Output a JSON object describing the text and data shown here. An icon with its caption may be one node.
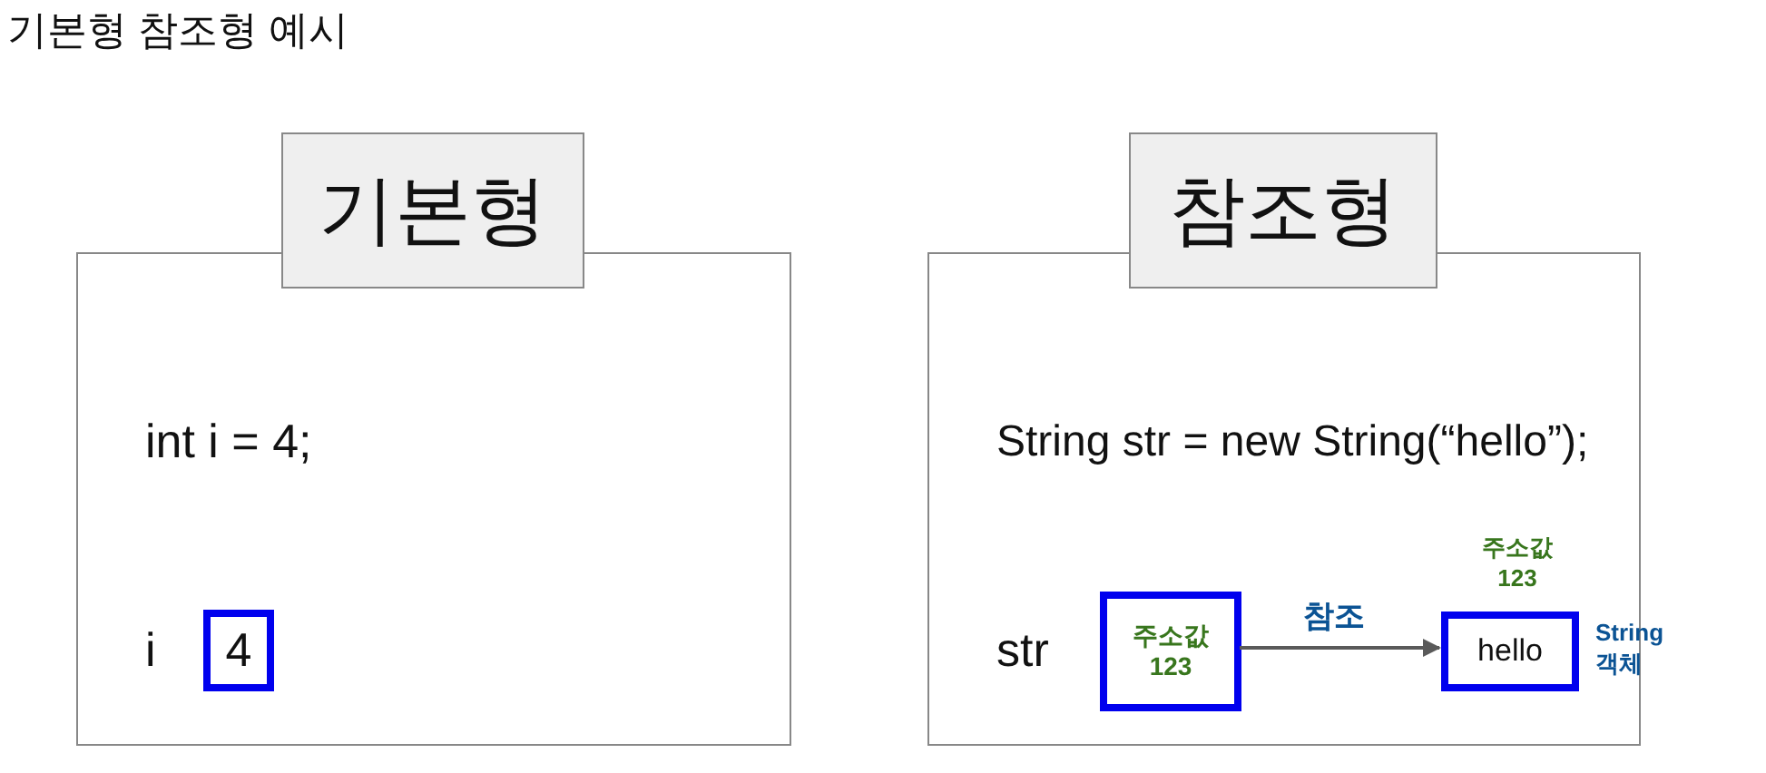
{
  "diagram": {
    "title": "기본형 참조형 예시",
    "nodes": [
      {
        "text": [
          "기본형"
        ]
      },
      {
        "text": [
          "int i = 4;",
          "i"
        ]
      },
      {
        "text": [
          "4"
        ],
        "in": 1
      },
      {
        "text": [
          "참조형"
        ]
      },
      {
        "text": [
          "String str = new String(“hello”);",
          "str"
        ]
      },
      {
        "text": [
          "주소값 123"
        ],
        "in": 4
      },
      {
        "text": [
          "hello"
        ],
        "in": 4,
        "beside": [
          "주소값 123",
          "String 객체"
        ]
      }
    ],
    "edges": [
      {
        "from": 5,
        "to": 6,
        "arrow": "to",
        "label": "참조"
      }
    ]
  }
}
